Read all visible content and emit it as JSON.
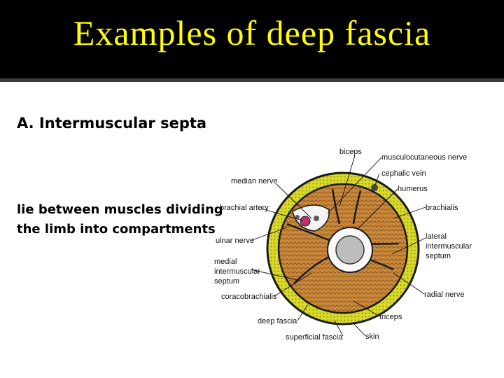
{
  "slide": {
    "title": "Examples of deep fascia",
    "heading": "A.  Intermuscular septa",
    "body_lines": [
      "lie between muscles dividing",
      "the limb into compartments"
    ]
  },
  "diagram": {
    "labels": {
      "biceps": "biceps",
      "musculocutaneous_nerve": "musculocutaneous nerve",
      "cephalic_vein": "cephalic vein",
      "humerus": "humerus",
      "median_nerve": "median nerve",
      "brachial_artery": "brachial artery",
      "brachialis": "brachialis",
      "ulnar_nerve": "ulnar nerve",
      "lateral_septum_1": "lateral",
      "lateral_septum_2": "intermuscular",
      "lateral_septum_3": "septum",
      "medial_septum_1": "medial",
      "medial_septum_2": "intermuscular",
      "medial_septum_3": "septum",
      "radial_nerve": "radial nerve",
      "coracobrachialis": "coracobrachialis",
      "deep_fascia": "deep fascia",
      "triceps": "triceps",
      "superficial_fascia": "superficial fascia",
      "skin": "skin"
    },
    "colors": {
      "muscle": "#c8873a",
      "fat": "#d9d92a",
      "outline": "#1a1a1a",
      "bone_marrow": "#bdbdbd",
      "vessel": "#c0306a"
    }
  }
}
